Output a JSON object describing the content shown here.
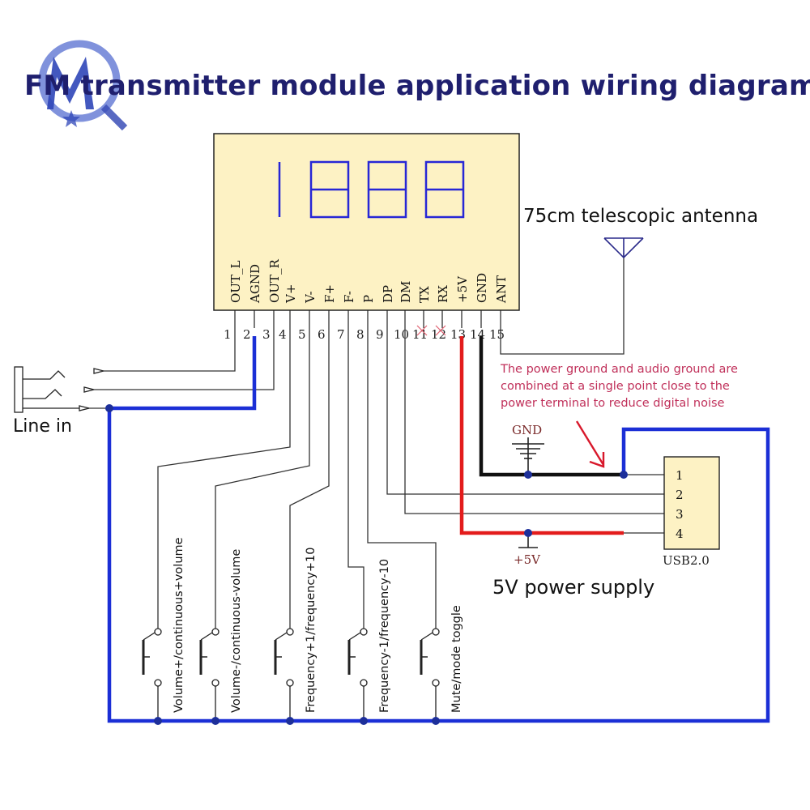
{
  "title": "FM transmitter module application wiring diagram",
  "display": {
    "digits": "1888"
  },
  "pins": [
    {
      "num": "1",
      "label": "OUT_L"
    },
    {
      "num": "2",
      "label": "AGND"
    },
    {
      "num": "3",
      "label": "OUT_R"
    },
    {
      "num": "4",
      "label": "V+"
    },
    {
      "num": "5",
      "label": "V-"
    },
    {
      "num": "6",
      "label": "F+"
    },
    {
      "num": "7",
      "label": "F-"
    },
    {
      "num": "8",
      "label": "P"
    },
    {
      "num": "9",
      "label": "DP"
    },
    {
      "num": "10",
      "label": "DM"
    },
    {
      "num": "11",
      "label": "TX"
    },
    {
      "num": "12",
      "label": "RX"
    },
    {
      "num": "13",
      "label": "+5V"
    },
    {
      "num": "14",
      "label": "GND"
    },
    {
      "num": "15",
      "label": "ANT"
    }
  ],
  "antenna_label": "75cm telescopic antenna",
  "note": [
    "The power ground and audio ground are",
    "combined at a single point close to the",
    "power terminal to reduce digital noise"
  ],
  "gnd_label": "GND",
  "plus5v_label": "+5V",
  "usb": {
    "label": "USB2.0",
    "pins": [
      "1",
      "2",
      "3",
      "4"
    ]
  },
  "power_label": "5V power supply",
  "line_in_label": "Line in",
  "buttons": [
    "Volume+/continuous+volume",
    "Volume-/continuous-volume",
    "Frequency+1/frequency+10",
    "Frequency-1/frequency-10",
    "Mute/mode toggle"
  ],
  "colors": {
    "title": "#1f1f6e",
    "module_fill": "#fdf2c4",
    "display": "#2727d6",
    "blue_wire": "#1b2fd6",
    "red_wire": "#e31c1c",
    "note_text": "#c0305a",
    "junction": "#1d2f9a"
  },
  "icons": {
    "logo": "mq-logo-icon"
  }
}
